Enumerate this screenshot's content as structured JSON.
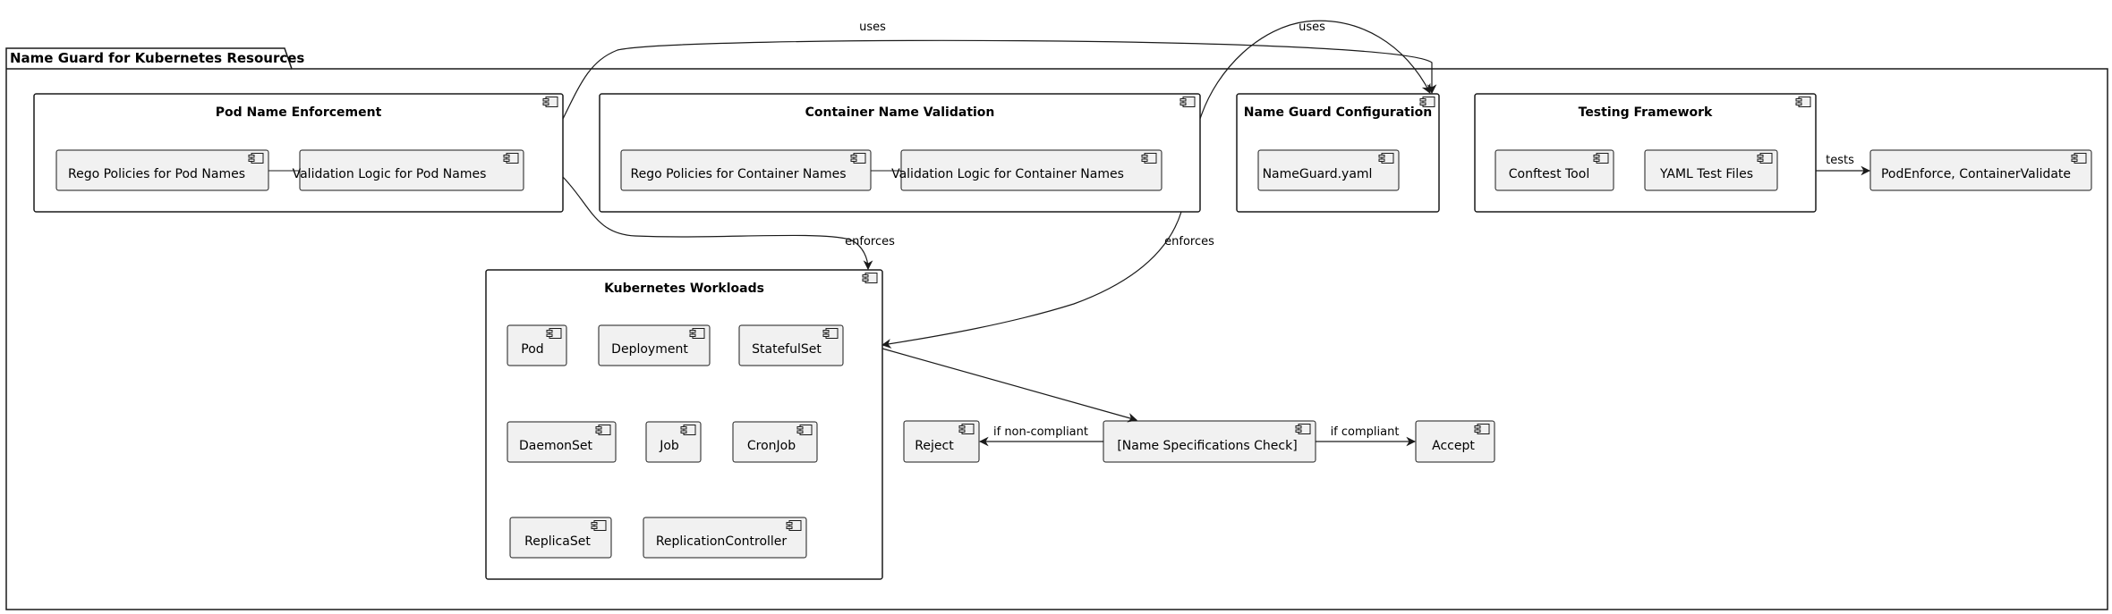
{
  "package": {
    "title": "Name Guard for Kubernetes Resources"
  },
  "groups": {
    "pod_enforcement": {
      "title": "Pod Name Enforcement",
      "items": [
        "Rego Policies for Pod Names",
        "Validation Logic for Pod Names"
      ]
    },
    "container_validation": {
      "title": "Container Name Validation",
      "items": [
        "Rego Policies for Container Names",
        "Validation Logic for Container Names"
      ]
    },
    "configuration": {
      "title": "Name Guard Configuration",
      "items": [
        "NameGuard.yaml"
      ]
    },
    "testing": {
      "title": "Testing Framework",
      "items": [
        "Conftest Tool",
        "YAML Test Files"
      ]
    },
    "workloads": {
      "title": "Kubernetes Workloads",
      "items": [
        "Pod",
        "Deployment",
        "StatefulSet",
        "DaemonSet",
        "Job",
        "CronJob",
        "ReplicaSet",
        "ReplicationController"
      ]
    }
  },
  "standalone": {
    "test_target": "PodEnforce, ContainerValidate",
    "check": "[Name Specifications Check]",
    "reject": "Reject",
    "accept": "Accept"
  },
  "edges": {
    "uses_pod": "uses",
    "uses_container": "uses",
    "enforces_pod": "enforces",
    "enforces_container": "enforces",
    "tests": "tests",
    "non_compliant": "if non-compliant",
    "compliant": "if compliant"
  }
}
